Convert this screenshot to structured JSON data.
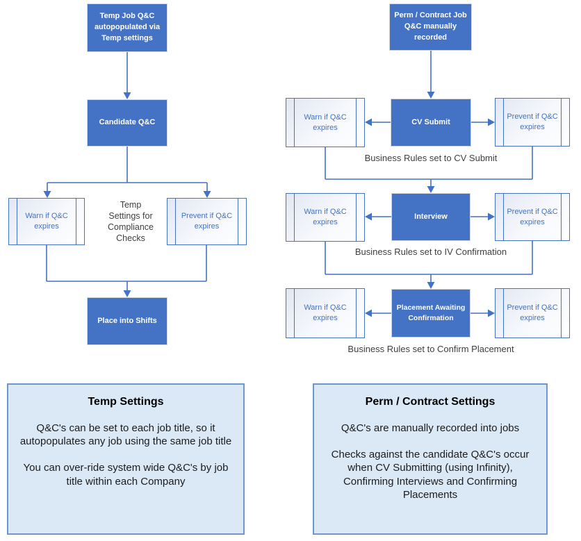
{
  "colors": {
    "accent_blue": "#4472c4",
    "proc_fill_light": "#e2e7f2",
    "panel_fill": "#dbe8f6",
    "panel_border": "#7096cc",
    "caption_text": "#3f3f3f",
    "solid_box_text": "#ffffff"
  },
  "left_flow": {
    "source_box": "Temp Job Q&C\nautopopulated via\nTemp settings",
    "candidate_box": "Candidate Q&C",
    "warn_box": "Warn if Q&C expires",
    "center_note": "Temp\nSettings for\nCompliance\nChecks",
    "prevent_box": "Prevent if Q&C expires",
    "place_box": "Place into Shifts"
  },
  "right_flow": {
    "source_box": "Perm / Contract Job\nQ&C manually\nrecorded",
    "rows": [
      {
        "warn": "Warn if Q&C expires",
        "stage": "CV Submit",
        "prevent": "Prevent if Q&C expires",
        "caption": "Business Rules set to CV Submit"
      },
      {
        "warn": "Warn if Q&C expires",
        "stage": "Interview",
        "prevent": "Prevent if Q&C expires",
        "caption": "Business Rules set to IV Confirmation"
      },
      {
        "warn": "Warn if Q&C expires",
        "stage": "Placement Awaiting\nConfirmation",
        "prevent": "Prevent if Q&C expires",
        "caption": "Business Rules set to Confirm Placement"
      }
    ]
  },
  "panels": {
    "temp": {
      "title": "Temp Settings",
      "paragraphs": [
        "Q&C's can be set to each job title, so it autopopulates any job using the same job title",
        "You can over-ride system wide Q&C's by job title within each Company"
      ]
    },
    "perm": {
      "title": "Perm / Contract Settings",
      "paragraphs": [
        "Q&C's are manually recorded into jobs",
        "Checks against the candidate Q&C's occur when CV Submitting (using Infinity), Confirming Interviews and Confirming Placements"
      ]
    }
  }
}
